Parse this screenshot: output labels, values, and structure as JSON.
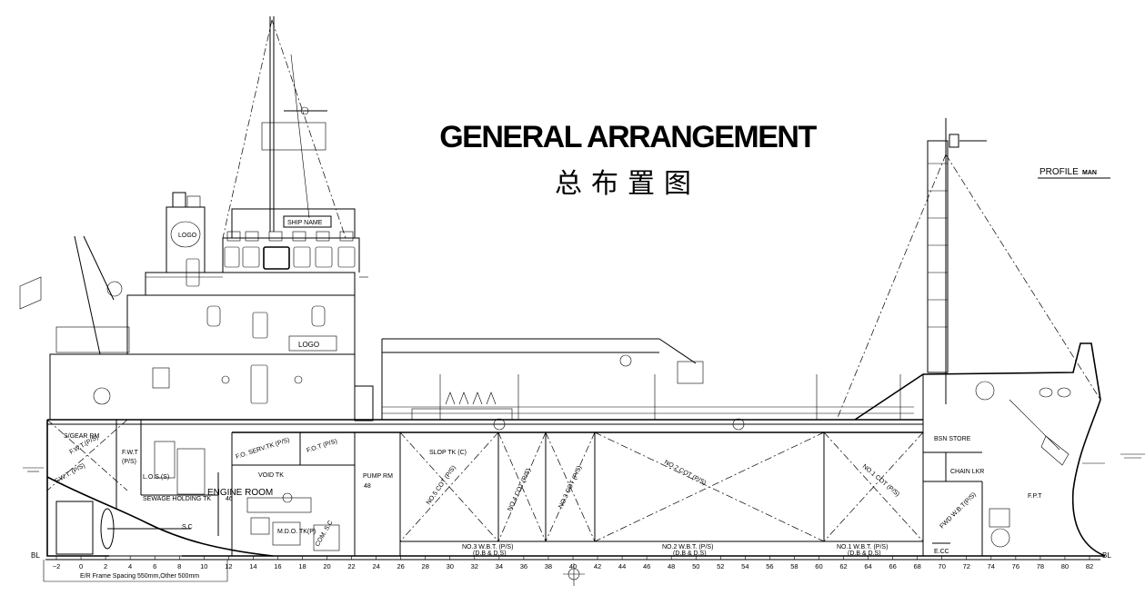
{
  "title": {
    "english": "GENERAL ARRANGEMENT",
    "chinese": "总布置图"
  },
  "view_label": "PROFILE",
  "view_label_suffix": "MAN",
  "labels": {
    "ship_name": "SHIP NAME",
    "logo_funnel": "LOGO",
    "logo_house": "LOGO",
    "steering_gear_room": "S/GEAR RM",
    "fw_tank_small": "F.W.T.(P/S)",
    "fwt_ps": "F.W.T. (P/S)",
    "fwt": "F.W.T",
    "fwt_ps2": "(P/S)",
    "lo_store": "L.O.S.(S)",
    "sewage_tank": "SEWAGE HOLDING TK",
    "sewage_tank_suffix": "46",
    "engine_room": "ENGINE ROOM",
    "sc_1": "S.C",
    "sc_2": "COM. S.C",
    "do_tank": "M.D.O. TK(P)",
    "fo_serv_tk": "F.O. SERV.TK (P/S)",
    "void_tk": "VOID TK",
    "fot": "F.O.T (P/S)",
    "pump_rm": "PUMP RM",
    "pump_rm_suffix": "48",
    "slop_tk": "SLOP TK (C)",
    "cot5": "NO.5 COT (P/S)",
    "cot4": "NO.4 COT (P/S)",
    "cot3": "NO.3 COT (P/S)",
    "cot2": "NO.2 COT (P/S)",
    "cot1": "NO.1 COT (P/S)",
    "wbt3": "NO.3 W.B.T. (P/S)",
    "wbt3_sub": "(D.B & D.S)",
    "wbt2": "NO.2 W.B.T. (P/S)",
    "wbt2_sub": "(D.B & D.S)",
    "wbt1": "NO.1 W.B.T. (P/S)",
    "wbt1_sub": "(D.B & D.S)",
    "bsn_store": "BSN STORE",
    "chain_lkr": "CHAIN LKR",
    "fwd_wbt": "FWD W.B.T(P/S)",
    "fpt": "F.P.T",
    "ecc": "E.CC",
    "bl_aft": "BL",
    "bl_fwd": "BL",
    "frame_spacing": "E/R Frame Spacing 550mm,Other 500mm"
  },
  "frame_numbers": [
    "−2",
    "0",
    "2",
    "4",
    "6",
    "8",
    "10",
    "12",
    "14",
    "16",
    "18",
    "20",
    "22",
    "24",
    "26",
    "28",
    "30",
    "32",
    "34",
    "36",
    "38",
    "40",
    "42",
    "44",
    "46",
    "48",
    "50",
    "52",
    "54",
    "56",
    "58",
    "60",
    "62",
    "64",
    "66",
    "68",
    "70",
    "72",
    "74",
    "76",
    "78",
    "80",
    "82"
  ]
}
